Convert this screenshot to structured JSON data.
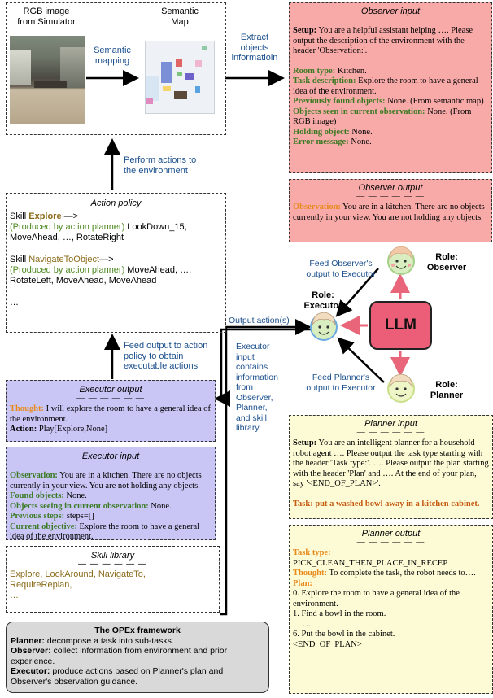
{
  "top_left": {
    "rgb_label": "RGB image\nfrom Simulator",
    "semantic_map_label": "Semantic\nMap",
    "semantic_mapping_label": "Semantic\nmapping",
    "extract_label": "Extract\nobjects\ninformatioin"
  },
  "perform_actions_label": "Perform actions to\nthe environment",
  "feed_output_label": "Feed output to action\npolicy to obtain\nexecutable actions",
  "executor_input_note": "Executor\ninput\ncontains\ninformation\nfrom\nObserver,\nPlanner,\nand skill\nlibrary.",
  "output_actions_label": "Output action(s)",
  "feed_observer_label": "Feed Observer's\noutput to Executor",
  "feed_planner_label": "Feed Planner's\noutput to Executor",
  "observer_input": {
    "title": "Observer input",
    "dash": "— — — — — —",
    "setup_key": "Setup:",
    "setup_val": " You are a helpful assistant helping …. Please output the description of the environment with the header 'Observation:'.",
    "room_key": "Room type:",
    "room_val": " Kitchen.",
    "task_key": "Task description:",
    "task_val": " Explore the room to have a general idea of the environment.",
    "prev_key": "Previously found objects:",
    "prev_val": " None. (From semantic map)",
    "seen_key": "Objects seen in current observation:",
    "seen_val": " None. (From RGB image)",
    "holding_key": "Holding object:",
    "holding_val": " None.",
    "error_key": "Error message:",
    "error_val": " None."
  },
  "observer_output": {
    "title": "Observer output",
    "dash": "— — — — — —",
    "obs_key": "Observation:",
    "obs_val": " You are in a kitchen. There are no objects currently in your view. You are not holding any objects."
  },
  "action_policy": {
    "title": "Action policy",
    "skill1_pre": "Skill ",
    "skill1_name": "Explore",
    "skill1_arrow": " —>",
    "skill1_planner": "(Produced by action planner)",
    "skill1_actions": " LookDown_15, MoveAhead, …, RotateRight",
    "skill2_pre": "Skill ",
    "skill2_name": "NavigateToObject",
    "skill2_arrow": "—>",
    "skill2_planner": "(Produced by action planner)",
    "skill2_actions": " MoveAhead, …, RotateLeft, MoveAhead, MoveAhead",
    "ellipsis": "…"
  },
  "roles": {
    "observer": "Role:\nObserver",
    "executor": "Role:\nExecutor",
    "planner": "Role:\nPlanner",
    "llm": "LLM"
  },
  "executor_output": {
    "title": "Executor output",
    "dash": "— — — — — —",
    "thought_key": "Thought:",
    "thought_val": " I will explore the room to have a general idea of the environment.",
    "action_key": "Action:",
    "action_val": " Play[Explore,None]"
  },
  "executor_input": {
    "title": "Executor input",
    "dash": "— — — — — —",
    "obs_key": "Observation:",
    "obs_val": " You are in a kitchen. There are no objects currently in your view. You are not holding any objects.",
    "found_key": "Found objects:",
    "found_val": " None.",
    "seeing_key": "Objects seeing in current observation:",
    "seeing_val": " None.",
    "prev_key": "Previous steps:",
    "prev_val": " steps=[]",
    "obj_key": "Current objective:",
    "obj_val": " Explore the room to have a general idea of the environment."
  },
  "skill_library": {
    "title": "Skill library",
    "dash": "— — — — — —",
    "line1": "Explore, LookAround, NavigateTo,",
    "line2": "RequireReplan,",
    "line3": "…"
  },
  "framework": {
    "title": "The OPEx framework",
    "planner_key": "Planner:",
    "planner_val": " decompose a task into sub-tasks.",
    "observer_key": "Observer:",
    "observer_val": " collect information from environment and prior experience.",
    "executor_key": "Executor:",
    "executor_val": " produce actions based on Planner's plan and Observer's observation guidance."
  },
  "planner_input": {
    "title": "Planner input",
    "dash": "— — — — — —",
    "setup_key": "Setup:",
    "setup_val": " You are an intelligent planner for a household robot agent …. Please output the task type starting with the header 'Task type:'. …. Please output the plan starting with the header 'Plan' and …. At the end of your plan, say '<END_OF_PLAN>'.",
    "task_text": "Task: put a washed bowl away in a kitchen cabinet."
  },
  "planner_output": {
    "title": "Planner output",
    "dash": "— — — — — —",
    "tasktype_key": "Task type:",
    "tasktype_val": "PICK_CLEAN_THEN_PLACE_IN_RECEP",
    "thought_key": "Thought:",
    "thought_val": " To complete the task, the robot needs to….",
    "plan_key": "Plan:",
    "plan_0": "0. Explore the room to have a general idea of the environment.",
    "plan_1": "1. Find a bowl in the room.",
    "plan_dots": "…",
    "plan_6": "6. Put the bowl in the cabinet.",
    "plan_end": "<END_OF_PLAN>"
  },
  "colors": {
    "observer_bg": "#f7aaa8",
    "executor_bg": "#c9c6f6",
    "planner_bg": "#fdfbd6",
    "framework_bg": "#d9d9d9",
    "llm_bg": "#ec5e78",
    "arrow_pink": "#e8657a",
    "label_blue": "#1b4f8c"
  }
}
